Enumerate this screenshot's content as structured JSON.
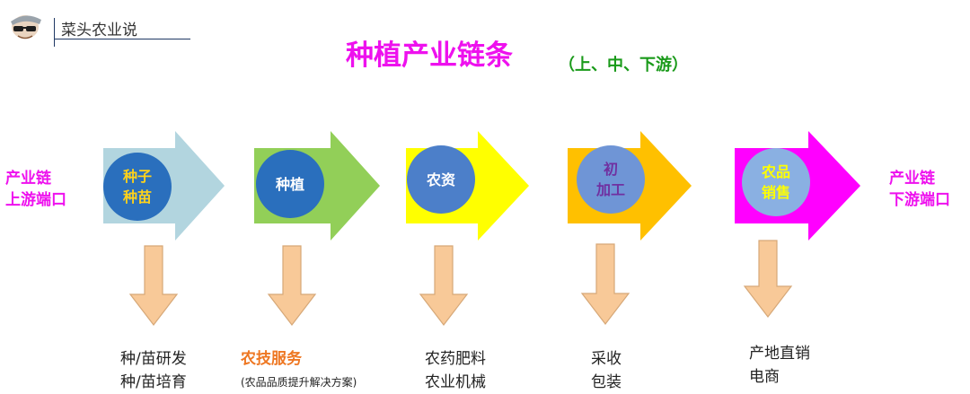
{
  "header": {
    "brand": "菜头农业说",
    "title": "种植产业链条",
    "subtitle": "（上、中、下游）"
  },
  "side": {
    "left": [
      "产业链",
      "上游端口"
    ],
    "right": [
      "产业链",
      "下游端口"
    ]
  },
  "stages": [
    {
      "lines": [
        "种子",
        "种苗"
      ],
      "arrow_color": "#b2d5df",
      "circle_color": "#2a6fbd",
      "text_color": "#ffd21a"
    },
    {
      "lines": [
        "种植"
      ],
      "arrow_color": "#92cf58",
      "circle_color": "#2a6fbd",
      "text_color": "#ffffff"
    },
    {
      "lines": [
        "农资"
      ],
      "arrow_color": "#ffff00",
      "circle_color": "#4c7fc9",
      "text_color": "#ffffff"
    },
    {
      "lines": [
        "初",
        "加工"
      ],
      "arrow_color": "#ffc000",
      "circle_color": "#6f95d6",
      "text_color": "#7030a0"
    },
    {
      "lines": [
        "农品",
        "销售"
      ],
      "arrow_color": "#ff00ff",
      "circle_color": "#8ab0e2",
      "text_color": "#ffff00"
    }
  ],
  "outputs": [
    {
      "lines": [
        "种/苗研发",
        "种/苗培育"
      ]
    },
    {
      "lines": [
        "农技服务",
        "(农品品质提升解决方案)"
      ]
    },
    {
      "lines": [
        "农药肥料",
        "农业机械"
      ]
    },
    {
      "lines": [
        "采收",
        "包装"
      ]
    },
    {
      "lines": [
        "产地直销",
        "电商"
      ]
    }
  ],
  "colors": {
    "down_arrow_fill": "#f8c998",
    "down_arrow_stroke": "#d6a878",
    "accent_magenta": "#ee11ee",
    "subtitle_green": "#1a9a1a"
  }
}
